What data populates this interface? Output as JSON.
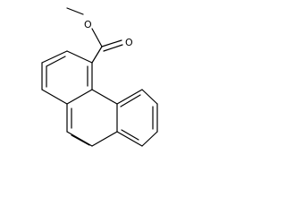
{
  "molecule": {
    "atoms": [
      {
        "id": "O_ether",
        "label": "O",
        "color": "#000000"
      },
      {
        "id": "O_carbonyl",
        "label": "O",
        "color": "#000000"
      }
    ]
  }
}
